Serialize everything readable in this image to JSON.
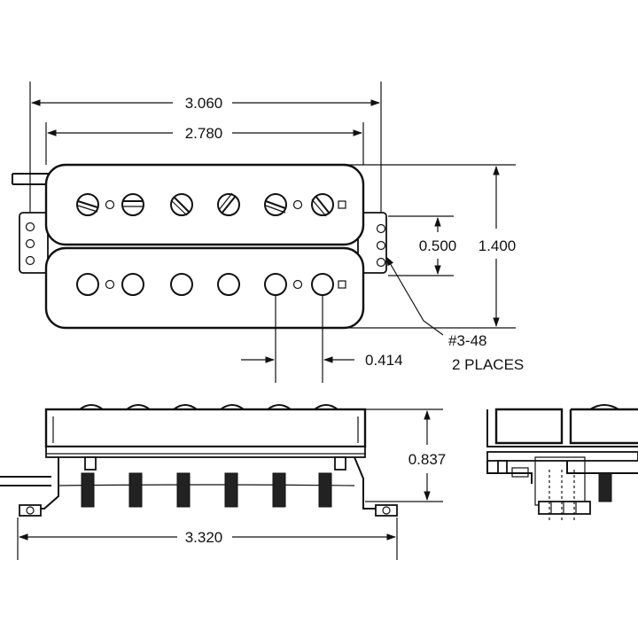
{
  "dimensions": {
    "overall_width": "3.060",
    "coil_width": "2.780",
    "height_total": "1.400",
    "mount_spacing": "0.500",
    "pole_spacing": "0.414",
    "depth": "0.837",
    "base_length": "3.320"
  },
  "note": {
    "line1": "#3-48",
    "line2": "2 PLACES"
  },
  "top_view": {
    "screw_poles": 6,
    "slug_poles": 6
  }
}
